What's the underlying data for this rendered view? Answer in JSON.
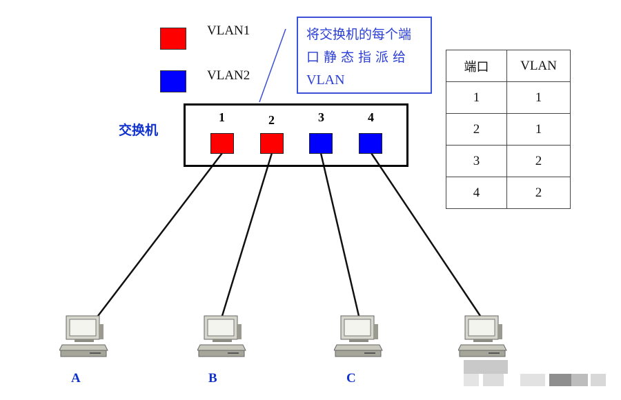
{
  "legend": [
    {
      "label": "VLAN1",
      "color": "#ff0000"
    },
    {
      "label": "VLAN2",
      "color": "#0000ff"
    }
  ],
  "callout": {
    "lines": [
      "将交换机的每个端",
      "口静态指派给",
      "VLAN"
    ],
    "color": "#2b3fd6"
  },
  "switch": {
    "label": "交换机",
    "ports": [
      {
        "number": "1",
        "vlan": "VLAN1",
        "color": "#ff0000"
      },
      {
        "number": "2",
        "vlan": "VLAN1",
        "color": "#ff0000"
      },
      {
        "number": "3",
        "vlan": "VLAN2",
        "color": "#0000ff"
      },
      {
        "number": "4",
        "vlan": "VLAN2",
        "color": "#0000ff"
      }
    ]
  },
  "table": {
    "headers": [
      "端口",
      "VLAN"
    ],
    "rows": [
      [
        "1",
        "1"
      ],
      [
        "2",
        "1"
      ],
      [
        "3",
        "2"
      ],
      [
        "4",
        "2"
      ]
    ]
  },
  "computers": [
    {
      "label": "A"
    },
    {
      "label": "B"
    },
    {
      "label": "C"
    },
    {
      "label": ""
    }
  ]
}
